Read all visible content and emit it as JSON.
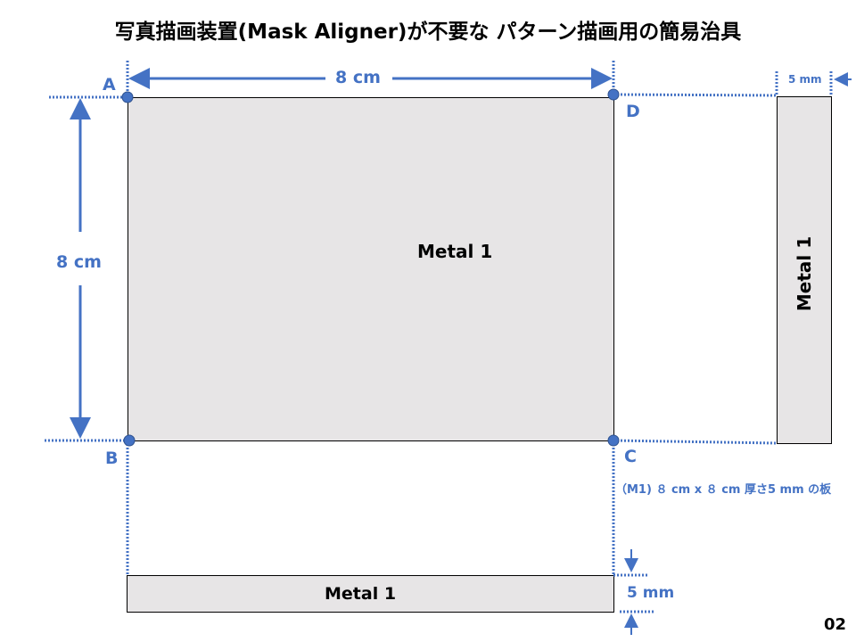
{
  "title": "写真描画装置(Mask Aligner)が不要な パターン描画用の簡易治具",
  "dimensions": {
    "width_label": "8 cm",
    "height_label": "8 cm",
    "thickness_side": "5 mm",
    "thickness_bottom": "5 mm"
  },
  "corners": {
    "a": "A",
    "b": "B",
    "c": "C",
    "d": "D"
  },
  "plates": {
    "top_view": "Metal 1",
    "side_view": "Metal 1",
    "front_view": "Metal 1"
  },
  "caption": "（M1) ８ cm x ８ cm 厚さ5 mm の板",
  "page_number": "02",
  "colors": {
    "accent": "#4472c4",
    "plate_fill": "#e7e5e6"
  }
}
